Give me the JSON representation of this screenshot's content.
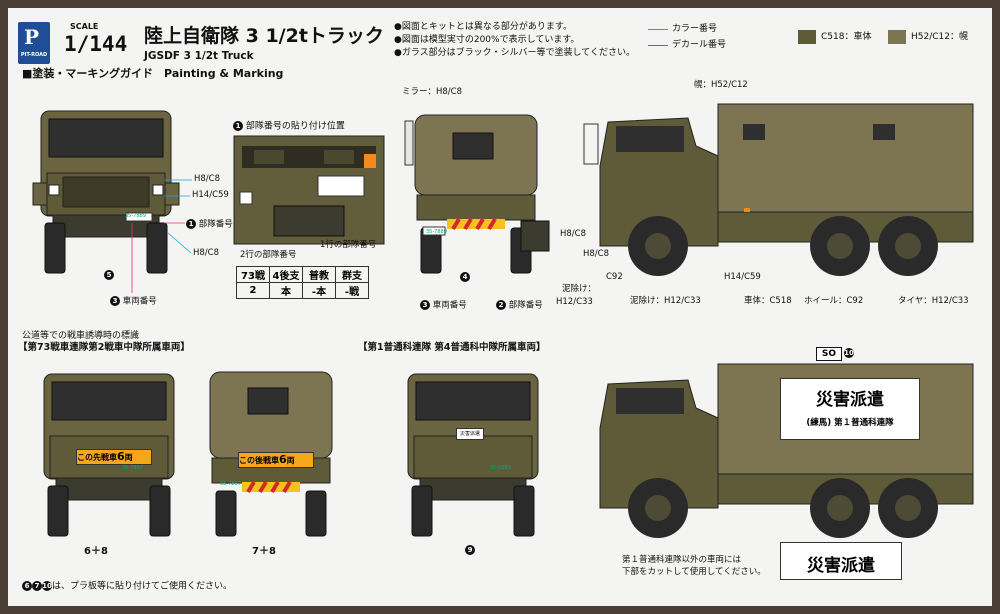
{
  "header": {
    "brand": "PIT-ROAD",
    "scale_label": "SCALE",
    "scale": "1/144",
    "title_ja": "陸上自衛隊 3 1/2tトラック",
    "title_en": "JGSDF 3 1/2t Truck",
    "guide": "■塗装・マーキングガイド　Painting & Marking"
  },
  "notes": [
    "●図面とキットとは異なる部分があります。",
    "●図面は模型実寸の200%で表示しています。",
    "●ガラス部分はブラック・シルバー等で塗装してください。"
  ],
  "legend": {
    "color_no": "カラー番号",
    "decal_no": "デカール番号",
    "body_label": "C518：車体",
    "hood_label": "H52/C12：幌",
    "body_color": "#5f5a38",
    "hood_color": "#7d7452"
  },
  "top_front": {
    "callouts": [
      "H8/C8",
      "H14/C59",
      "部隊番号",
      "H8/C8",
      "車両番号"
    ],
    "nums": [
      "1",
      "5",
      "3"
    ],
    "plate": "35-7889"
  },
  "detail": {
    "title": "部隊番号の貼り付け位置",
    "label_2line": "2行の部隊番号",
    "label_1line": "1行の部隊番号",
    "plates": [
      "73戦",
      "4後支",
      "普教",
      "群支",
      "2",
      "本",
      "-本",
      "-戦"
    ]
  },
  "top_rear": {
    "mirror": "ミラー：H8/C8",
    "callouts": [
      "H8/C8",
      "車両番号",
      "部隊番号",
      "泥除け：",
      "H12/C33"
    ],
    "nums": [
      "4",
      "3",
      "2"
    ],
    "plate": "35-7889"
  },
  "top_side": {
    "hood": "幌：H52/C12",
    "callouts": [
      "H8/C8",
      "C92",
      "H14/C59",
      "泥除け：H12/C33",
      "車体：C518",
      "ホイール：C92",
      "タイヤ：H12/C33"
    ]
  },
  "bottom": {
    "guide_note": "公道等での戦車誘導時の標識",
    "group1": "【第73戦車連隊第2戦車中隊所属車両】",
    "group2": "【第1普通科連隊 第4普通科中隊所属車両】",
    "sign_front": "この先戦車",
    "sign_front_num": "6",
    "sign_rear": "この後戦車",
    "sign_rear_num": "6",
    "suffix": "両",
    "plate1": "35-7897",
    "plate2": "35-7897",
    "plate3": "31-0093",
    "small_sign": "災害派遣",
    "combo1": "6＋8",
    "combo2": "7＋8",
    "num9": "9",
    "so_badge": "SO",
    "num10": "10",
    "banner_main": "災害派遣",
    "banner_sub": "(練馬) 第１普通科連隊",
    "cut_note_1": "第１普通科連隊以外の車両には",
    "cut_note_2": "下部をカットして使用してください。",
    "cut_banner": "災害派遣",
    "footer": "は、プラ板等に貼り付けてご使用ください。",
    "footer_nums": [
      "6",
      "7",
      "10"
    ]
  }
}
